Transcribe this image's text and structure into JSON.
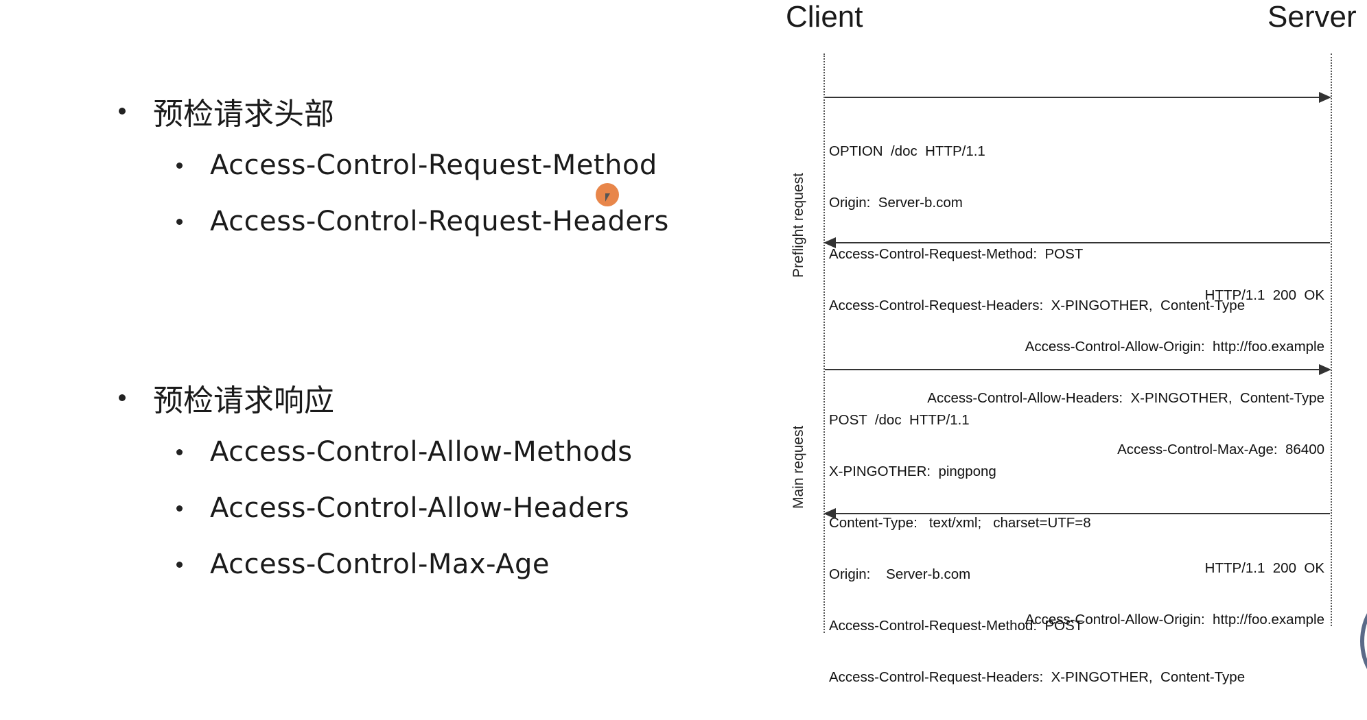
{
  "bullets": {
    "section1": {
      "title": "预检请求头部",
      "items": [
        "Access-Control-Request-Method",
        "Access-Control-Request-Headers"
      ]
    },
    "section2": {
      "title": "预检请求响应",
      "items": [
        "Access-Control-Allow-Methods",
        "Access-Control-Allow-Headers",
        "Access-Control-Max-Age"
      ]
    }
  },
  "diagram": {
    "client_label": "Client",
    "server_label": "Server",
    "preflight_label": "Preflight request",
    "main_label": "Main request",
    "preflight_request_lines": [
      "OPTION  /doc  HTTP/1.1",
      "Origin:  Server-b.com",
      "Access-Control-Request-Method:  POST",
      "Access-Control-Request-Headers:  X-PINGOTHER,  Content-Type"
    ],
    "preflight_response_lines": [
      "HTTP/1.1  200  OK",
      "Access-Control-Allow-Origin:  http://foo.example",
      "Access-Control-Allow-Headers:  X-PINGOTHER,  Content-Type",
      "Access-Control-Max-Age:  86400"
    ],
    "main_request_lines": [
      "POST  /doc  HTTP/1.1",
      "X-PINGOTHER:  pingpong",
      "Content-Type:   text/xml;   charset=UTF=8",
      "Origin:    Server-b.com",
      "Access-Control-Request-Method:  POST",
      "Access-Control-Request-Headers:  X-PINGOTHER,  Content-Type"
    ],
    "main_response_lines": [
      "HTTP/1.1  200  OK",
      "Access-Control-Allow-Origin:  http://foo.example"
    ]
  }
}
